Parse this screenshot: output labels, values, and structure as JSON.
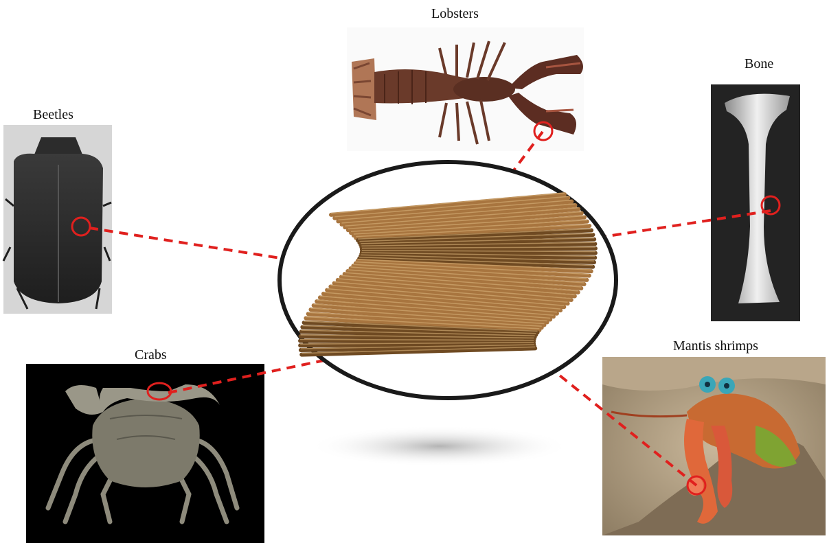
{
  "labels": {
    "lobsters": "Lobsters",
    "bone": "Bone",
    "beetles": "Beetles",
    "crabs": "Crabs",
    "mantis": "Mantis shrimps"
  },
  "colors": {
    "connector": "#e0201e",
    "ellipse": "#1a1a1a",
    "fiber": "#a8753f",
    "fiber_dark": "#6f4a22",
    "fiber_light": "#d8b27a"
  },
  "icons": {
    "structure": "bouligand-helicoid-icon",
    "highlight": "red-circle-icon"
  }
}
